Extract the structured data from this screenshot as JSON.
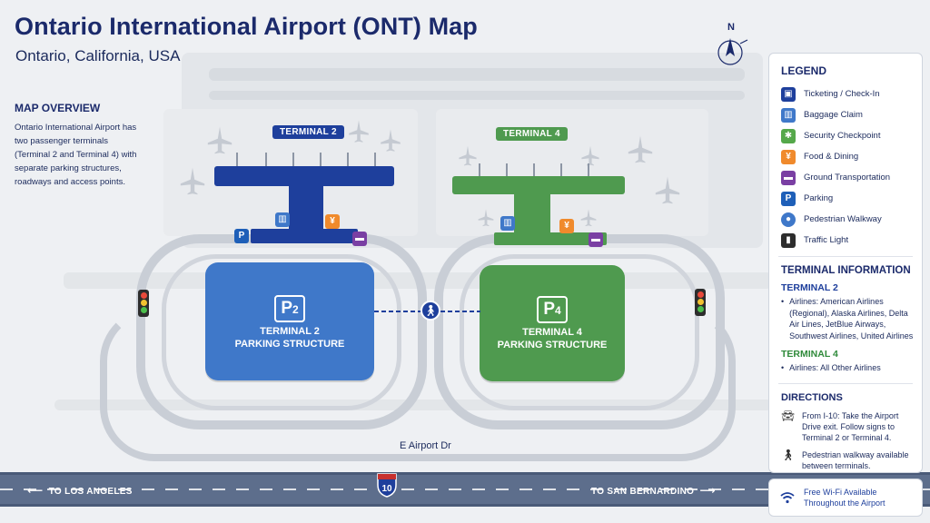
{
  "title": "Ontario International Airport (ONT) Map",
  "subtitle": "Ontario, California, USA",
  "compass": "N",
  "overview": {
    "heading": "MAP OVERVIEW",
    "text": "Ontario International Airport has two passenger terminals (Terminal 2 and Terminal 4) with separate parking structures, roadways and access points."
  },
  "terminals": {
    "t2_label": "TERMINAL 2",
    "t4_label": "TERMINAL 4"
  },
  "parking": {
    "t2": {
      "badge": "P",
      "badge_num": "2",
      "line1": "TERMINAL 2",
      "line2": "PARKING STRUCTURE"
    },
    "t4": {
      "badge": "P",
      "badge_num": "4",
      "line1": "TERMINAL 4",
      "line2": "PARKING STRUCTURE"
    }
  },
  "roads": {
    "airport_dr": "E Airport Dr",
    "interstate": "10",
    "west": "TO LOS ANGELES",
    "east": "TO SAN BERNARDINO"
  },
  "legend": {
    "heading": "LEGEND",
    "items": [
      {
        "label": "Ticketing / Check-In",
        "icon": "ticketing-icon",
        "glyph": "▣",
        "color": "#1e3f9c"
      },
      {
        "label": "Baggage Claim",
        "icon": "baggage-icon",
        "glyph": "▥",
        "color": "#3f78c9"
      },
      {
        "label": "Security Checkpoint",
        "icon": "security-icon",
        "glyph": "✱",
        "color": "#55a84a"
      },
      {
        "label": "Food & Dining",
        "icon": "food-icon",
        "glyph": "¥",
        "color": "#f08a2c"
      },
      {
        "label": "Ground Transportation",
        "icon": "car-icon",
        "glyph": "▬",
        "color": "#7a3fa3"
      },
      {
        "label": "Parking",
        "icon": "parking-icon",
        "glyph": "P",
        "color": "#1e5fb8"
      },
      {
        "label": "Pedestrian Walkway",
        "icon": "pedestrian-icon",
        "glyph": "●",
        "color": "#3f78c9"
      },
      {
        "label": "Traffic Light",
        "icon": "traffic-light-icon",
        "glyph": "▮",
        "color": "#2d2d2d"
      }
    ]
  },
  "terminal_info": {
    "heading": "TERMINAL INFORMATION",
    "t2_heading": "TERMINAL 2",
    "t2_text": "Airlines: American Airlines (Regional), Alaska Airlines, Delta Air Lines, JetBlue Airways, Southwest Airlines, United Airlines",
    "t4_heading": "TERMINAL 4",
    "t4_text": "Airlines: All Other Airlines"
  },
  "directions": {
    "heading": "DIRECTIONS",
    "drive": "From I-10: Take the Airport Drive exit. Follow signs to Terminal 2 or Terminal 4.",
    "walk": "Pedestrian walkway available between terminals."
  },
  "wifi": {
    "text": "Free Wi-Fi Available Throughout the Airport"
  }
}
